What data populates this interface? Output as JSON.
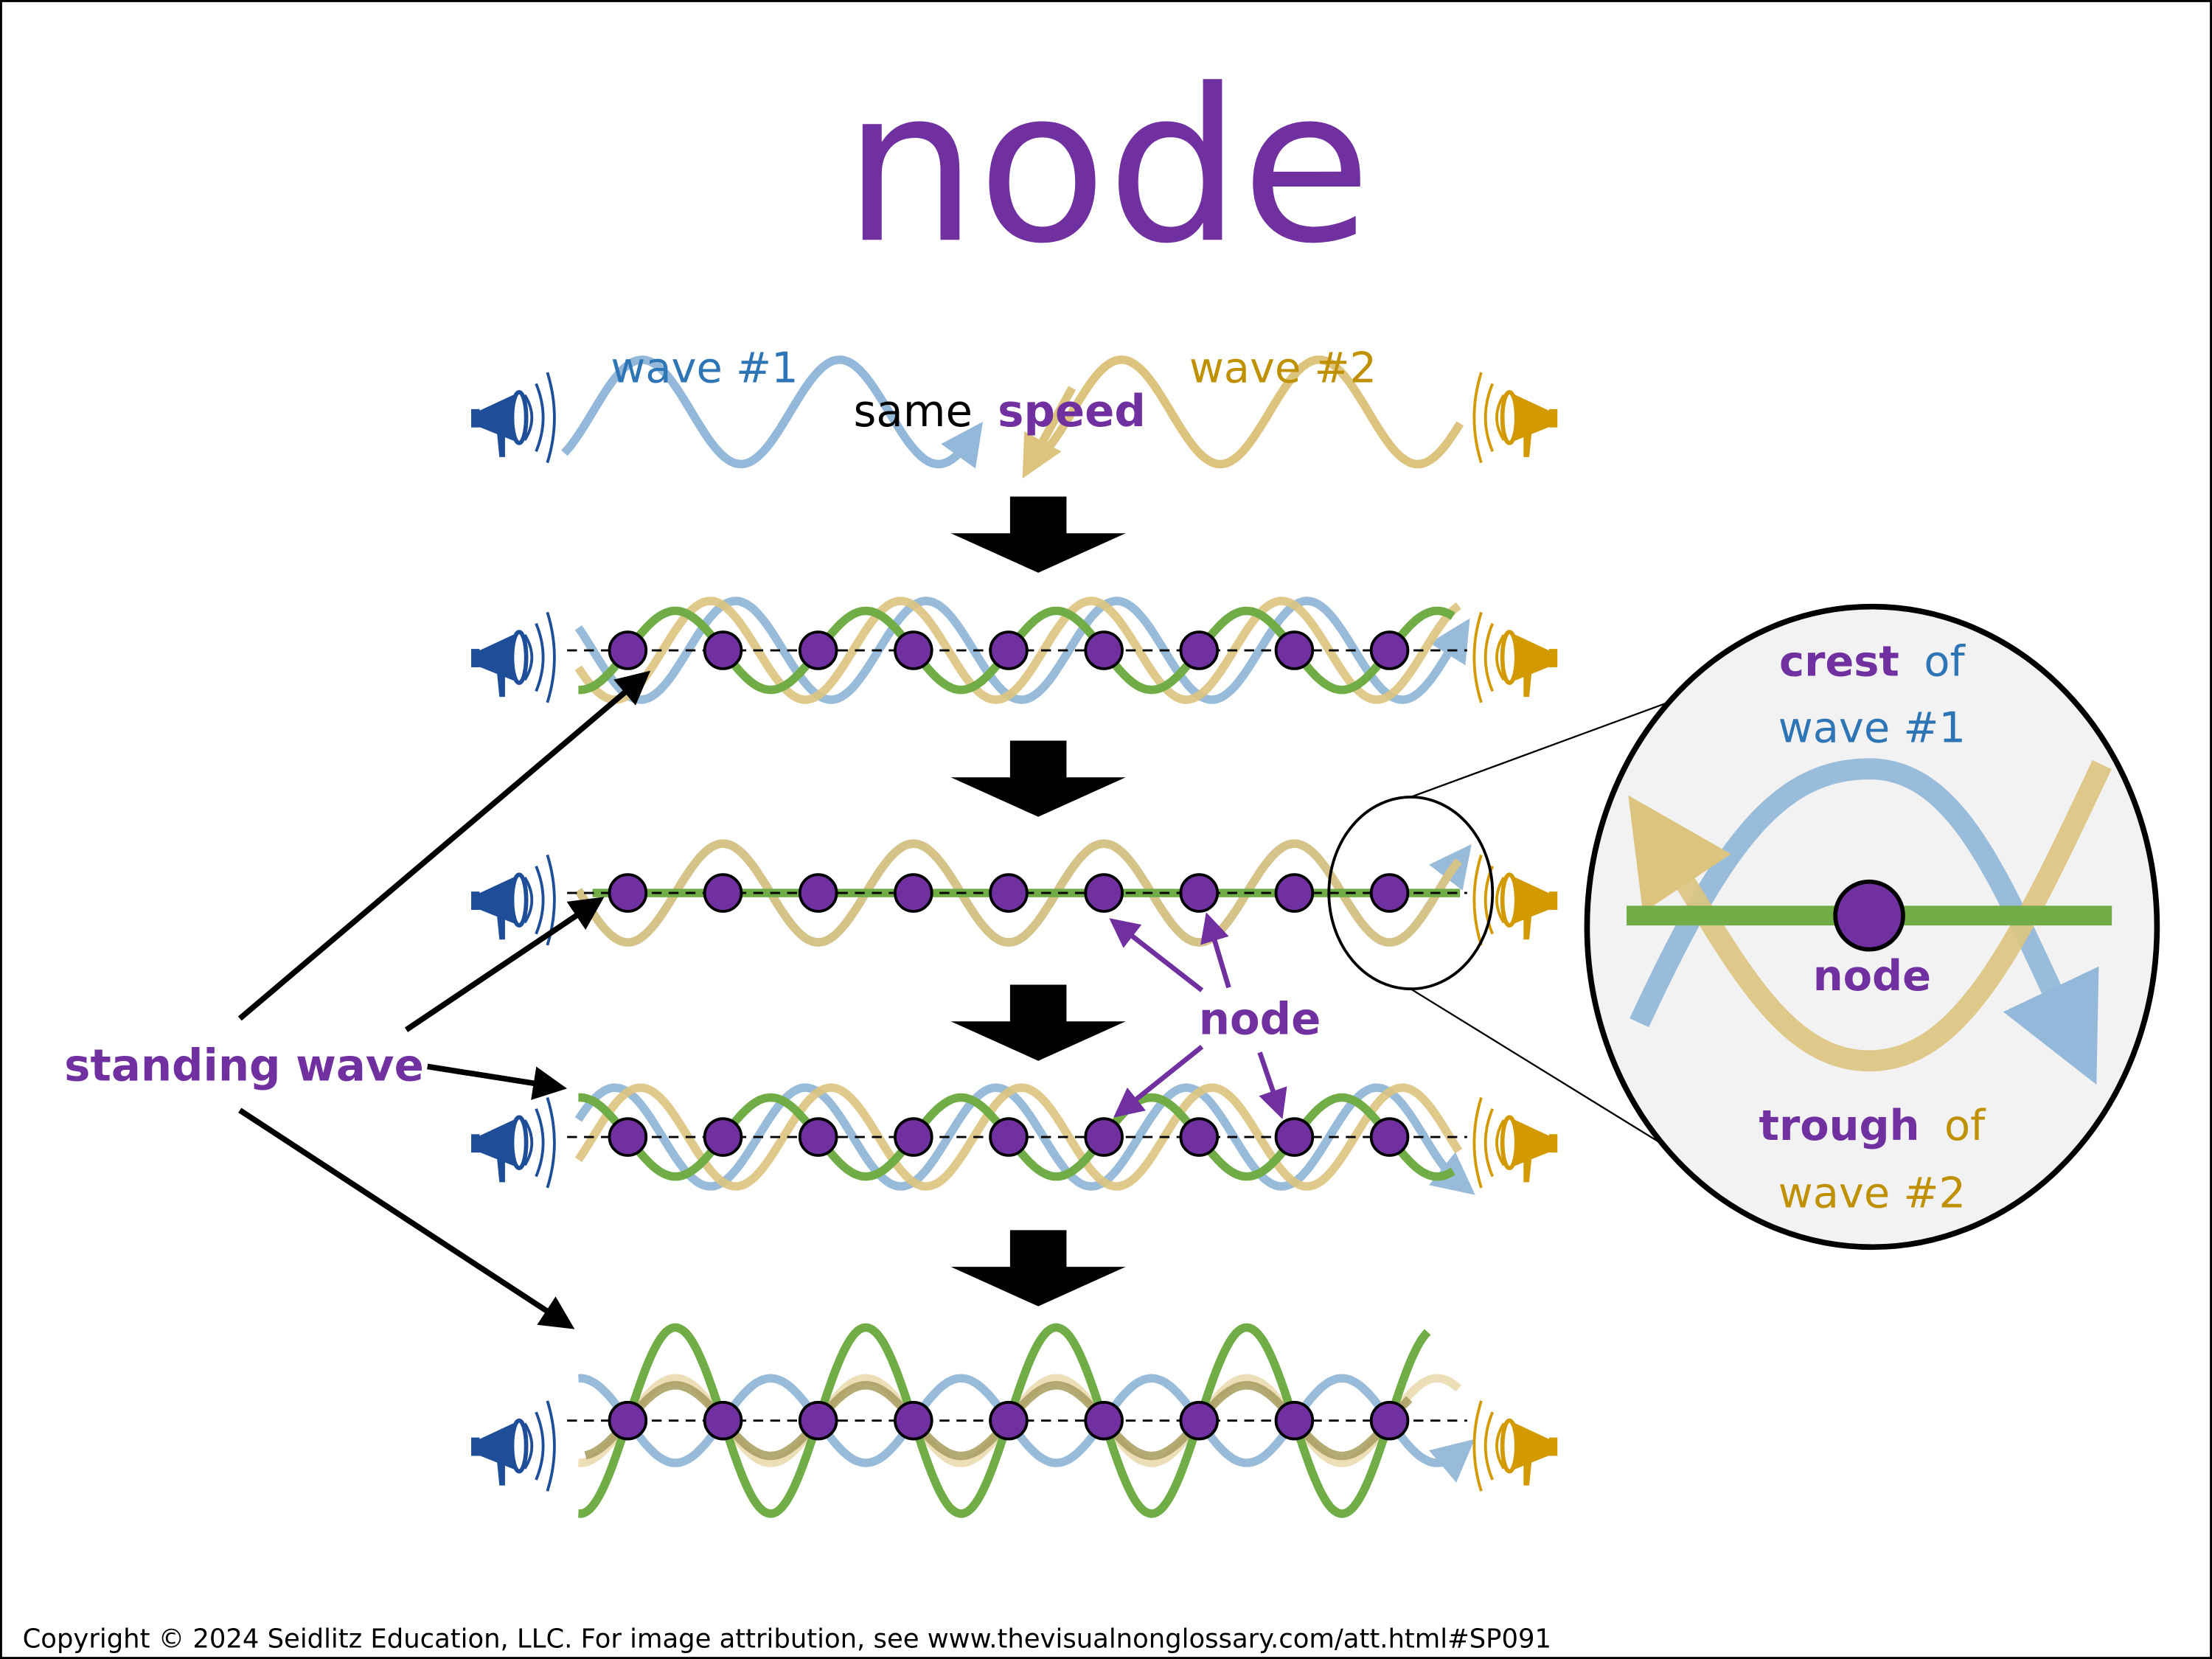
{
  "title": "node",
  "top_row": {
    "wave1_label": "wave #1",
    "wave2_label": "wave #2",
    "same_label": "same",
    "speed_label": "speed"
  },
  "labels": {
    "standing_wave": "standing wave",
    "node": "node"
  },
  "magnifier": {
    "crest": "crest",
    "of1": "of",
    "wave1": "wave #1",
    "node": "node",
    "trough": "trough",
    "of2": "of",
    "wave2": "wave #2"
  },
  "nodes_per_row": 9,
  "footer": "Copyright © 2024 Seidlitz Education, LLC.  For image attribution, see www.thevisualnonglossary.com/att.html#SP091",
  "colors": {
    "title_purple": "#7030a0",
    "wave1_blue": "#94b8d9",
    "wave1_label_blue": "#2e75b6",
    "wave2_gold": "#ddc47e",
    "wave2_label_gold": "#bf9000",
    "standing_green": "#70ad47",
    "node_purple": "#7030a0",
    "megaphone_blue": "#1f4e99",
    "megaphone_gold": "#d39a00",
    "magnifier_fill": "#f2f2f2"
  },
  "icons": {
    "left_source": "megaphone-icon",
    "right_source": "megaphone-icon",
    "step_arrow": "arrow-down-icon"
  }
}
